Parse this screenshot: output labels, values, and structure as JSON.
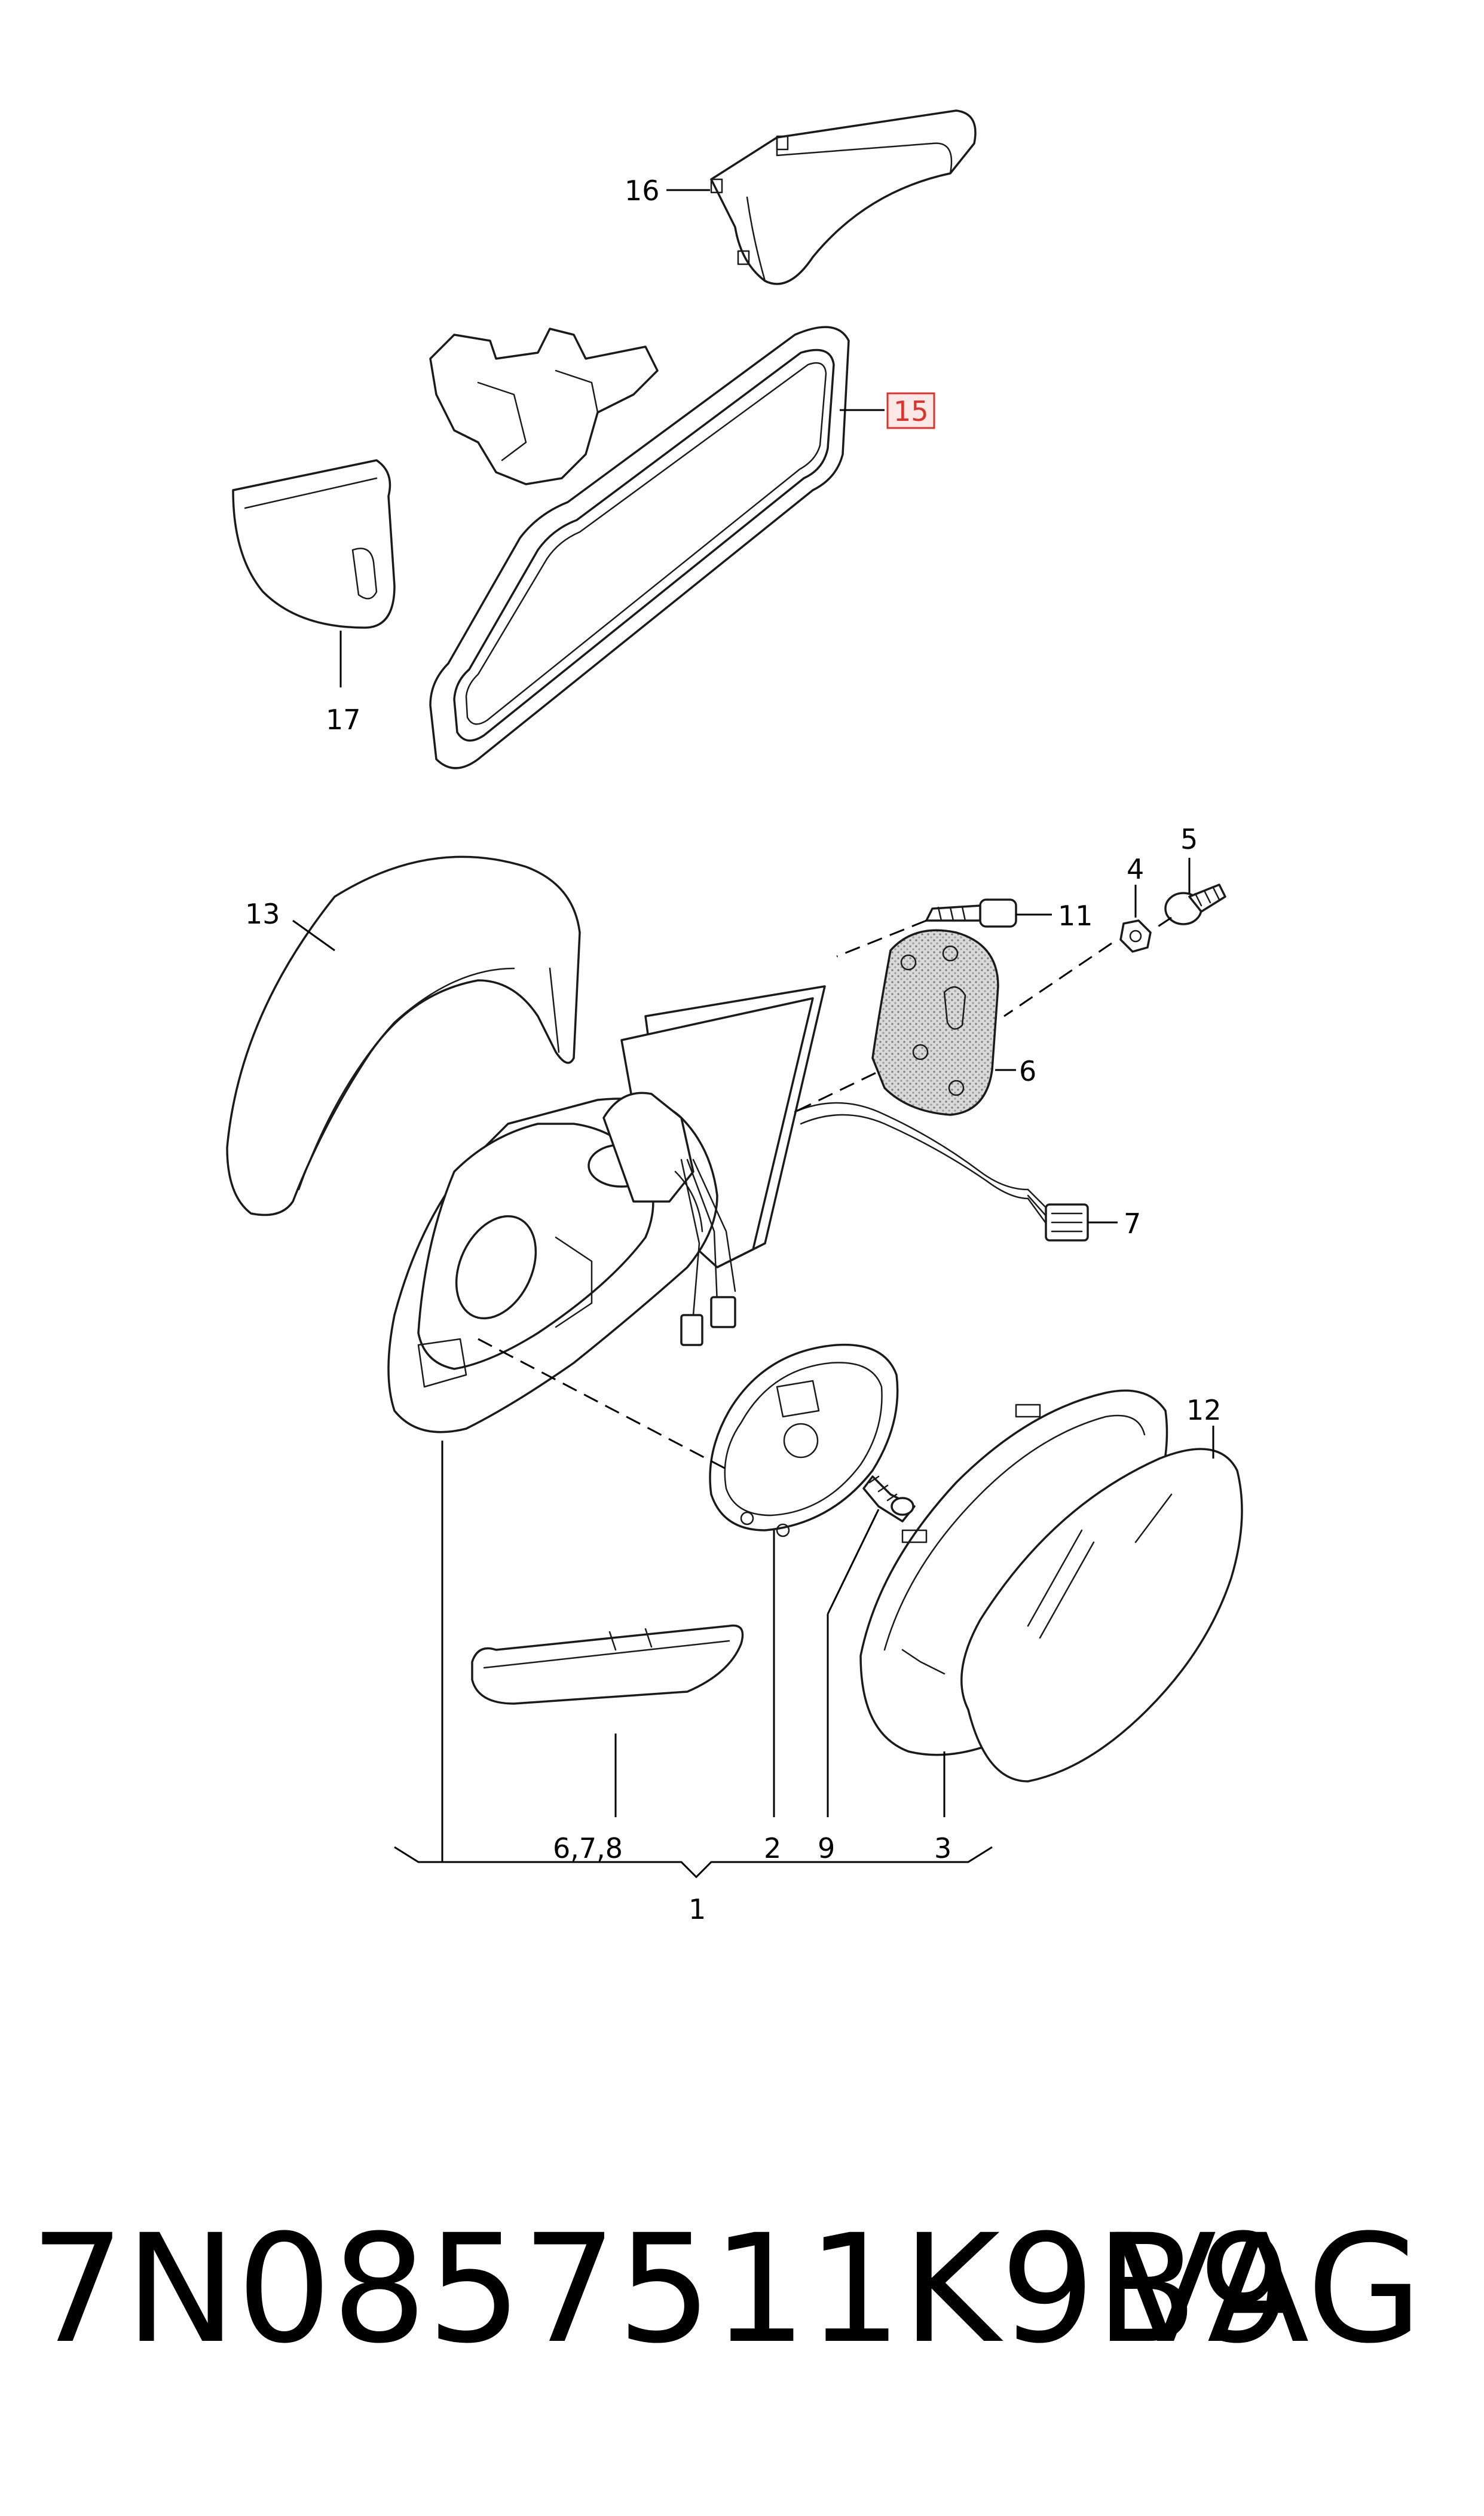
{
  "callouts": {
    "c1": "1",
    "c2": "2",
    "c3": "3",
    "c4": "4",
    "c5": "5",
    "c6": "6",
    "c7": "7",
    "c9": "9",
    "c11": "11",
    "c12": "12",
    "c13": "13",
    "c15": "15",
    "c16": "16",
    "c17": "17",
    "c678": "6,7,8"
  },
  "footer": {
    "part_number": "7N0857511K9B9",
    "brand": "VAG"
  },
  "colors": {
    "highlight_box": "#e0302a",
    "highlight_fill": "#fde8e8",
    "mesh_fill": "#cfcfcf"
  }
}
